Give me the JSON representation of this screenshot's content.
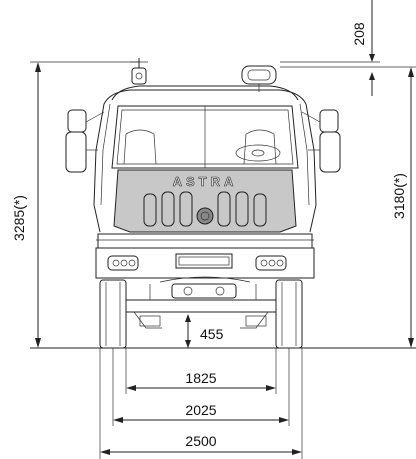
{
  "brand": "ASTRA",
  "dimensions": {
    "overall_height": "3285(*)",
    "cab_height": "3180(*)",
    "beacon_height": "208",
    "ground_clearance": "455",
    "track_inner": "1825",
    "track_outer": "2025",
    "overall_width": "2500"
  },
  "colors": {
    "line": "#222222",
    "grille": "#c8c8c8",
    "background": "#ffffff"
  }
}
